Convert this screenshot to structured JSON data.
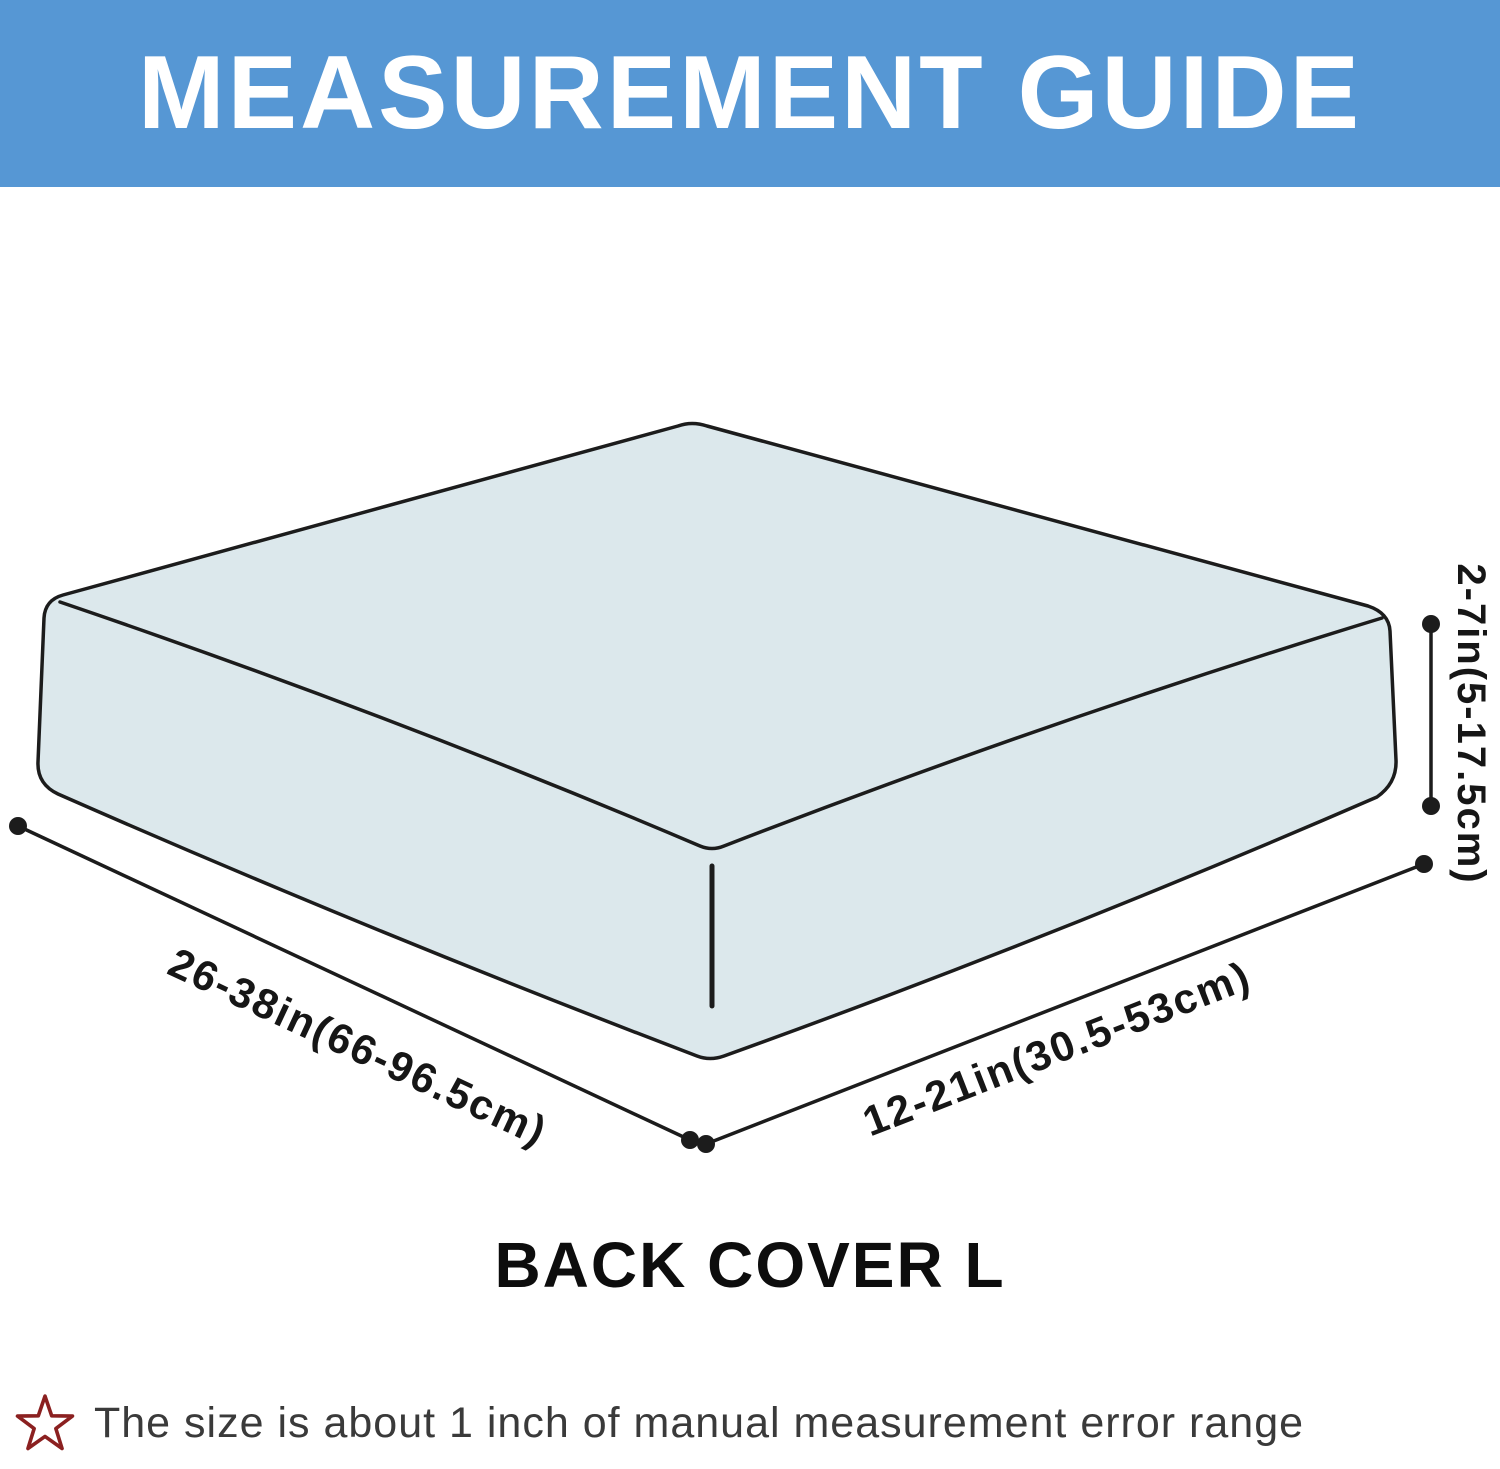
{
  "header": {
    "title": "MEASUREMENT GUIDE",
    "bg_color": "#5697d4",
    "text_color": "#ffffff"
  },
  "diagram": {
    "caption": "BACK COVER L",
    "cushion_fill": "#dce8ec",
    "outline_color": "#1c1c1c",
    "labels": {
      "width": "26-38in(66-96.5cm)",
      "depth": "12-21in(30.5-53cm)",
      "height": "2-7in(5-17.5cm)"
    }
  },
  "footnote": {
    "icon": "star-outline-icon",
    "icon_color": "#8b2020",
    "text": "The size is about 1 inch of manual measurement error range",
    "text_color": "#3a3a3a"
  }
}
